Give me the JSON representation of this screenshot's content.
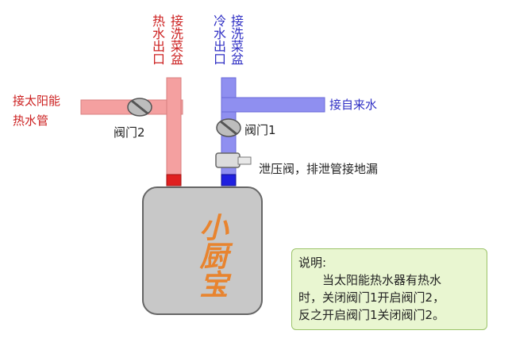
{
  "labels": {
    "hot_outlet": "热水出口",
    "hot_outlet_dest": "接洗菜盆",
    "cold_outlet": "冷水出口",
    "cold_outlet_dest": "接洗菜盆",
    "solar_pipe": "接太阳能热水管",
    "solar_pipe_line1": "接太阳能",
    "solar_pipe_line2": "热水管",
    "tap_water": "接自来水",
    "valve2": "阀门2",
    "valve1": "阀门1",
    "relief_valve": "泄压阀，排泄管接地漏",
    "heater_brand": "小厨宝"
  },
  "note": {
    "title": "说明:",
    "line1": "当太阳能热水器有热水",
    "line2": "时，关闭阀门1开启阀门2，",
    "line3": "反之开启阀门1关闭阀门2。"
  },
  "colors": {
    "hot_pipe": "#f4a0a0",
    "hot_pipe_border": "#d98080",
    "cold_pipe": "#8f8ff0",
    "cold_pipe_border": "#6a6ad8",
    "hot_text": "#cc2020",
    "cold_text": "#2f2fc4",
    "heater_body": "#c8c8c8",
    "heater_text": "#e8842f",
    "note_bg": "#e9f6d1",
    "note_border": "#9cc46a"
  }
}
